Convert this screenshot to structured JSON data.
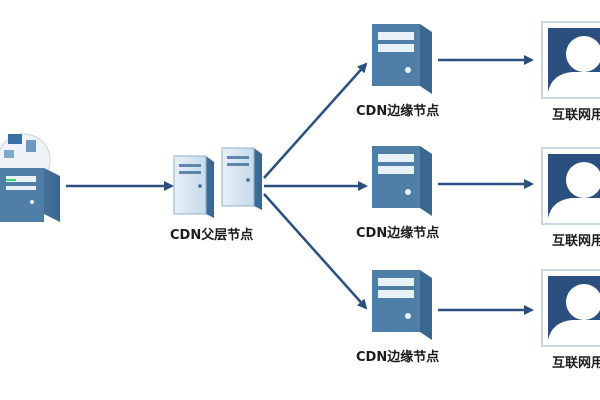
{
  "diagram": {
    "parent_node_label": "CDN父层节点",
    "edge_node_labels": [
      "CDN边缘节点",
      "CDN边缘节点",
      "CDN边缘节点"
    ],
    "user_labels": [
      "互联网用户",
      "互联网用户",
      "互联网用户"
    ],
    "colors": {
      "arrow": "#2b4f7e",
      "server_body": "#4f7fa6",
      "server_face": "#e9f1f8",
      "profile_frame": "#2b4f7e",
      "profile_fill": "#ffffff"
    },
    "icons": [
      "origin-server-icon",
      "server-icon",
      "user-profile-icon"
    ]
  }
}
